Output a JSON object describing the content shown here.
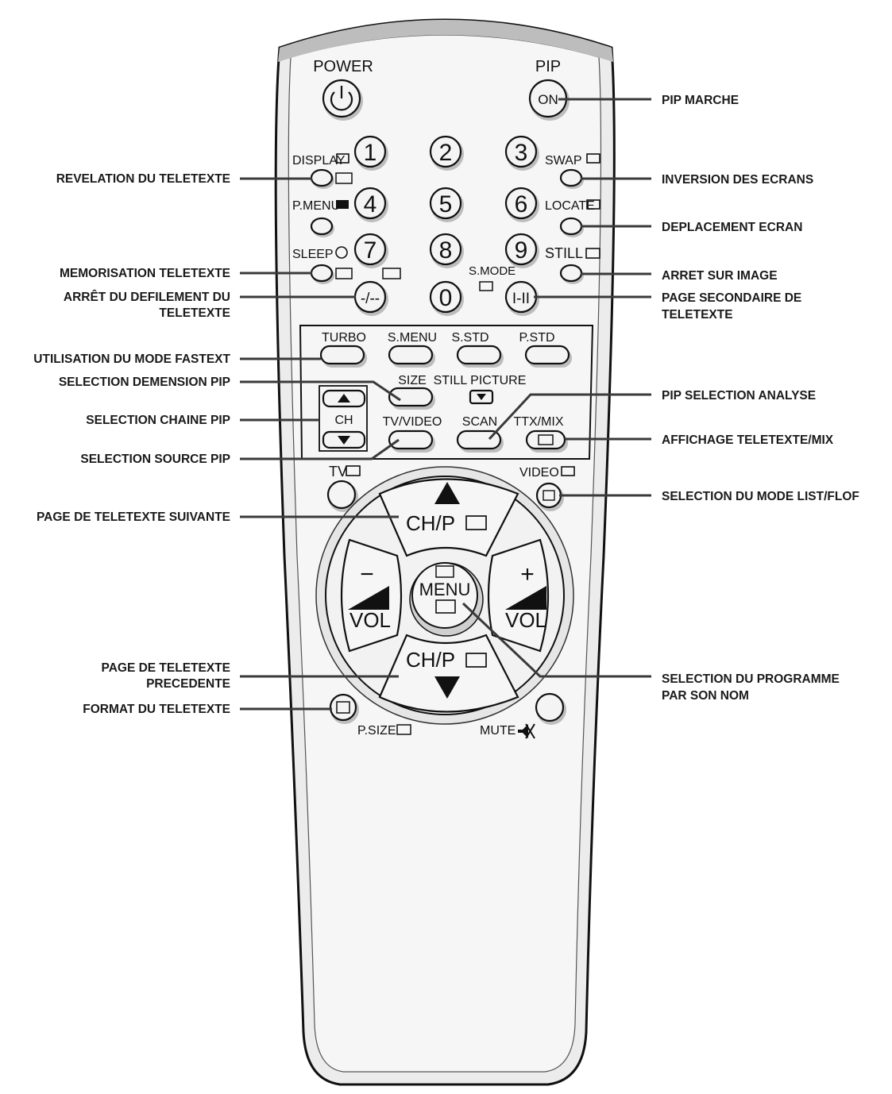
{
  "remote": {
    "power_label": "POWER",
    "pip_label": "PIP",
    "pip_on_label": "ON",
    "display_label": "DISPLAY",
    "pmenu_label": "P.MENU",
    "sleep_label": "SLEEP",
    "swap_label": "SWAP",
    "locate_label": "LOCATE",
    "still_label": "STILL",
    "smode_label": "S.MODE",
    "digits": [
      "1",
      "2",
      "3",
      "4",
      "5",
      "6",
      "7",
      "8",
      "9",
      "0"
    ],
    "dash_label": "-/--",
    "ih_label": "I-II",
    "turbo_label": "TURBO",
    "smenu_label": "S.MENU",
    "sstd_label": "S.STD",
    "pstd_label": "P.STD",
    "size_label": "SIZE",
    "still_picture_label": "STILL PICTURE",
    "ch_label": "CH",
    "tvvideo_label": "TV/VIDEO",
    "scan_label": "SCAN",
    "ttxmix_label": "TTX/MIX",
    "tv_label": "TV",
    "video_label": "VIDEO",
    "chp_label": "CH/P",
    "vol_label": "VOL",
    "minus_label": "−",
    "plus_label": "+",
    "menu_label": "MENU",
    "psize_label": "P.SIZE",
    "mute_label": "MUTE"
  },
  "callouts_left": [
    {
      "line1": "REVELATION DU TELETEXTE",
      "line2": ""
    },
    {
      "line1": "MEMORISATION TELETEXTE",
      "line2": ""
    },
    {
      "line1": "ARRÊT DU DEFILEMENT DU",
      "line2": "TELETEXTE"
    },
    {
      "line1": "UTILISATION DU MODE FASTEXT",
      "line2": ""
    },
    {
      "line1": "SELECTION DEMENSION PIP",
      "line2": ""
    },
    {
      "line1": "SELECTION CHAINE PIP",
      "line2": ""
    },
    {
      "line1": "SELECTION SOURCE PIP",
      "line2": ""
    },
    {
      "line1": "PAGE DE TELETEXTE SUIVANTE",
      "line2": ""
    },
    {
      "line1": "PAGE DE TELETEXTE",
      "line2": "PRECEDENTE"
    },
    {
      "line1": "FORMAT DU TELETEXTE",
      "line2": ""
    }
  ],
  "callouts_right": [
    {
      "line1": "PIP MARCHE",
      "line2": ""
    },
    {
      "line1": "INVERSION DES ECRANS",
      "line2": ""
    },
    {
      "line1": "DEPLACEMENT ECRAN",
      "line2": ""
    },
    {
      "line1": "ARRET SUR IMAGE",
      "line2": ""
    },
    {
      "line1": "PAGE SECONDAIRE DE",
      "line2": "TELETEXTE"
    },
    {
      "line1": "PIP SELECTION ANALYSE",
      "line2": ""
    },
    {
      "line1": "AFFICHAGE TELETEXTE/MIX",
      "line2": ""
    },
    {
      "line1": "SELECTION DU MODE LIST/FLOF",
      "line2": ""
    },
    {
      "line1": "SELECTION DU PROGRAMME",
      "line2": "PAR SON NOM"
    }
  ]
}
